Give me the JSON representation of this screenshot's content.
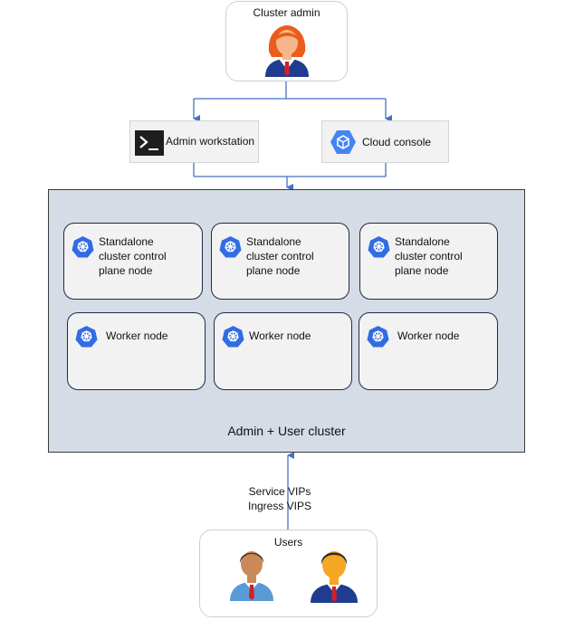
{
  "cluster_admin": {
    "label": "Cluster admin",
    "icon": "female-admin-avatar-icon"
  },
  "admin_workstation": {
    "label": "Admin workstation",
    "icon": "terminal-icon"
  },
  "cloud_console": {
    "label": "Cloud console",
    "icon": "gcp-hexagon-icon"
  },
  "cluster": {
    "label": "Admin + User cluster",
    "control_plane_nodes": [
      {
        "line1": "Standalone",
        "line2": "cluster control",
        "line3": "plane node"
      },
      {
        "line1": "Standalone",
        "line2": "cluster control",
        "line3": "plane node"
      },
      {
        "line1": "Standalone",
        "line2": "cluster control",
        "line3": "plane node"
      }
    ],
    "worker_nodes": [
      {
        "label": "Worker node"
      },
      {
        "label": "Worker node"
      },
      {
        "label": "Worker node"
      }
    ],
    "node_icon": "kubernetes-icon"
  },
  "traffic": {
    "line1": "Service VIPs",
    "line2": "Ingress VIPS"
  },
  "users": {
    "label": "Users",
    "icons": [
      "male-user-avatar-icon",
      "male-user-avatar-icon"
    ]
  },
  "colors": {
    "connector": "#4472c4",
    "kubernetes_blue": "#326ce5",
    "cluster_fill": "#d6dce5",
    "node_fill": "#f2f2f2"
  }
}
